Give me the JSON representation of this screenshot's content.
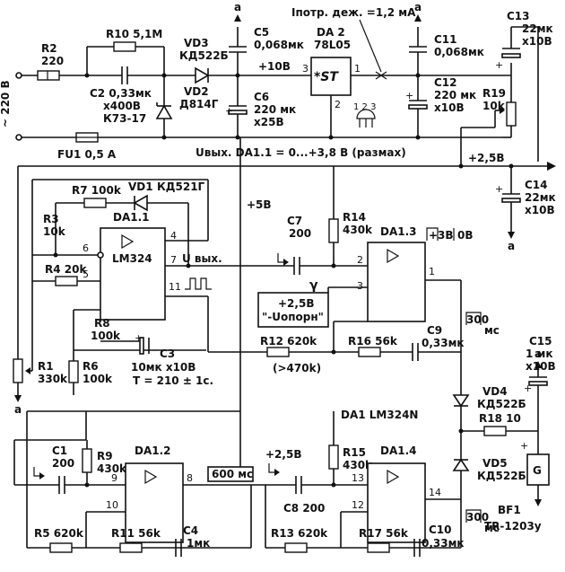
{
  "labels": {
    "supply_current": "Iпотр. деж. =1,2 мА",
    "mains": "~ 220 В",
    "fuse": "FU1 0,5 А",
    "r2": "R2",
    "r2_val": "220",
    "r10": "R10 5,1М",
    "vd3": "VD3",
    "vd3_type": "КД522Б",
    "c2_name": "С2 0,33мк",
    "c2_volt": "х400В",
    "c2_type": "К73-17",
    "vd2": "VD2",
    "vd2_type": "Д814Г",
    "c5": "С5",
    "c5_val": "0,068мк",
    "v10": "+10В",
    "c6": "С6",
    "c6_val": "220 мк",
    "c6_volt": "х25В",
    "da2": "DA 2",
    "da2_type": "78L05",
    "da2_mark": "*ST",
    "pin3": "3",
    "pin1": "1",
    "pin2": "2",
    "pins123": "1 2 3",
    "c11": "С11",
    "c11_val": "0,068мк",
    "c12": "С12",
    "c12_val": "220 мк",
    "c12_volt": "х10В",
    "c13": "С13",
    "c13_val": "22мк",
    "c13_volt": "х10В",
    "r19": "R19",
    "r19_val": "10k",
    "uout_da": "Uвых. DA1.1 = 0...+3,8 В (размах)",
    "v25": "+2,5В",
    "c14": "С14",
    "c14_val": "22мк",
    "c14_volt": "х10В",
    "a": "а",
    "r7": "R7 100k",
    "vd1": "VD1",
    "vd1_type": "КД521Г",
    "da11": "DA1.1",
    "r3": "R3",
    "r3_val": "10k",
    "lm324": "LM324",
    "r4": "R4 20k",
    "pin4": "4",
    "pin6": "6",
    "pin5": "5",
    "pin7": "7",
    "pin11": "11",
    "uvyh": "U вых.",
    "r8": "R8",
    "r8_val": "100k",
    "r6": "R6",
    "r6_val": "100k",
    "r1": "R1",
    "r1_val": "330k",
    "c3": "С3",
    "c3_val": "10мк х10В",
    "period": "T = 210 ± 1с.",
    "v5": "+5В",
    "c7": "С7",
    "c7_val": "200",
    "r14": "R14",
    "r14_val": "430k",
    "da13": "DA1.3",
    "p3v": "+3В",
    "p0v": "0В",
    "uref1": "+2,5В",
    "uref2": "\"-Uопорн\"",
    "r12": "R12 620k",
    "r12_note": "(>470k)",
    "r16": "R16 56k",
    "c9": "С9",
    "c9_val": "0,33мк",
    "t300a": "300",
    "ms_a": "мс",
    "c15": "С15",
    "c15_val": "1 мк",
    "c15_volt": "х10В",
    "vd4": "VD4",
    "vd4_type": "КД522Б",
    "da1_chip": "DA1   LM324N",
    "r18": "R18 10",
    "c1": "С1",
    "c1_val": "200",
    "r9": "R9",
    "r9_val": "430k",
    "da12": "DA1.2",
    "p25b": "+2,5В",
    "r15": "R15",
    "r15_val": "430k",
    "da14": "DA1.4",
    "pin9": "9",
    "pin8": "8",
    "t600": "600 мс",
    "pin13": "13",
    "pin10": "10",
    "c8": "С8 200",
    "pin12": "12",
    "pin14": "14",
    "vd5": "VD5",
    "vd5_type": "КД522Б",
    "c4": "С4",
    "c4_val": "1мк",
    "t300b": "300",
    "ms_b": "мс",
    "bf1": "BF1",
    "bf1_type": "TR-1203у",
    "g": "G",
    "r5": "R5 620k",
    "r11": "R11 56k",
    "r13": "R13 620k",
    "r17": "R17 56k",
    "c10_val": "0,33мк",
    "c10": "С10",
    "gamma": "γ",
    "pin1b": "1",
    "pin2b": "2",
    "pin3b": "3",
    "plus": "+"
  }
}
